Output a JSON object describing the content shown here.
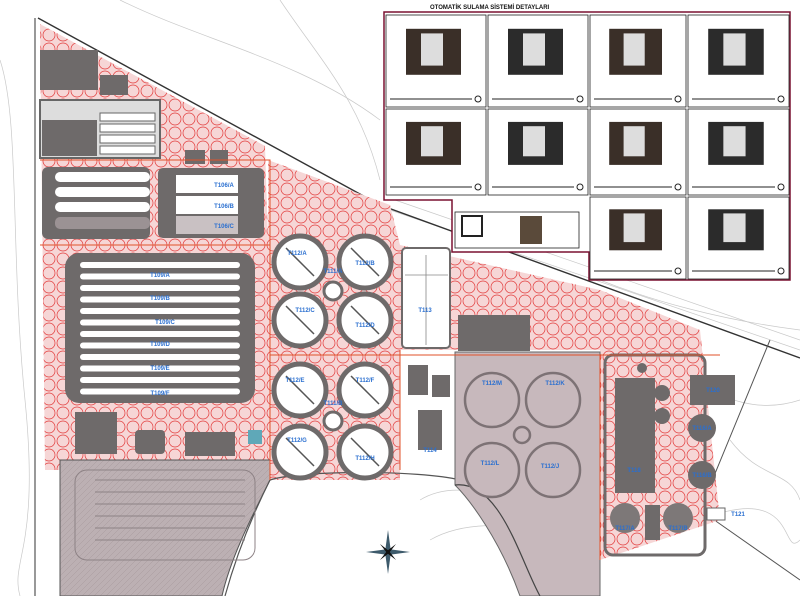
{
  "drawing": {
    "detail_sheet_title": "OTOMATİK SULAMA SİSTEMİ DETAYLARI",
    "colors": {
      "boundary": "#7a1030",
      "building": "#6e6a6a",
      "landscape": "#f6d6d6",
      "tree": "#e23a3a",
      "label": "#2a6fd0",
      "future_area": "#b9adb0"
    }
  },
  "units": {
    "t106a": "T106/A",
    "t106b": "T106/B",
    "t106c": "T106/C",
    "t109a": "T109/A",
    "t109b": "T109/B",
    "t109c": "T109/C",
    "t109d": "T109/D",
    "t109e": "T109/E",
    "t109f": "T109/F",
    "t112a": "T112/A",
    "t112b": "T112/B",
    "t112c": "T112/C",
    "t112d": "T112/D",
    "t112e": "T112/E",
    "t112f": "T112/F",
    "t112g": "T112/G",
    "t112h": "T112/H",
    "t111a": "T111/A",
    "t111b": "T111/B",
    "t112j": "T112/J",
    "t112k": "T112/K",
    "t112l": "T112/L",
    "t112m": "T112/M",
    "t113": "T113",
    "t114": "T114",
    "t118": "T118",
    "t117a": "T117/A",
    "t117b": "T117/B",
    "t116a": "T116/A",
    "t116b": "T116/B",
    "t120": "T120",
    "t121": "T121"
  }
}
